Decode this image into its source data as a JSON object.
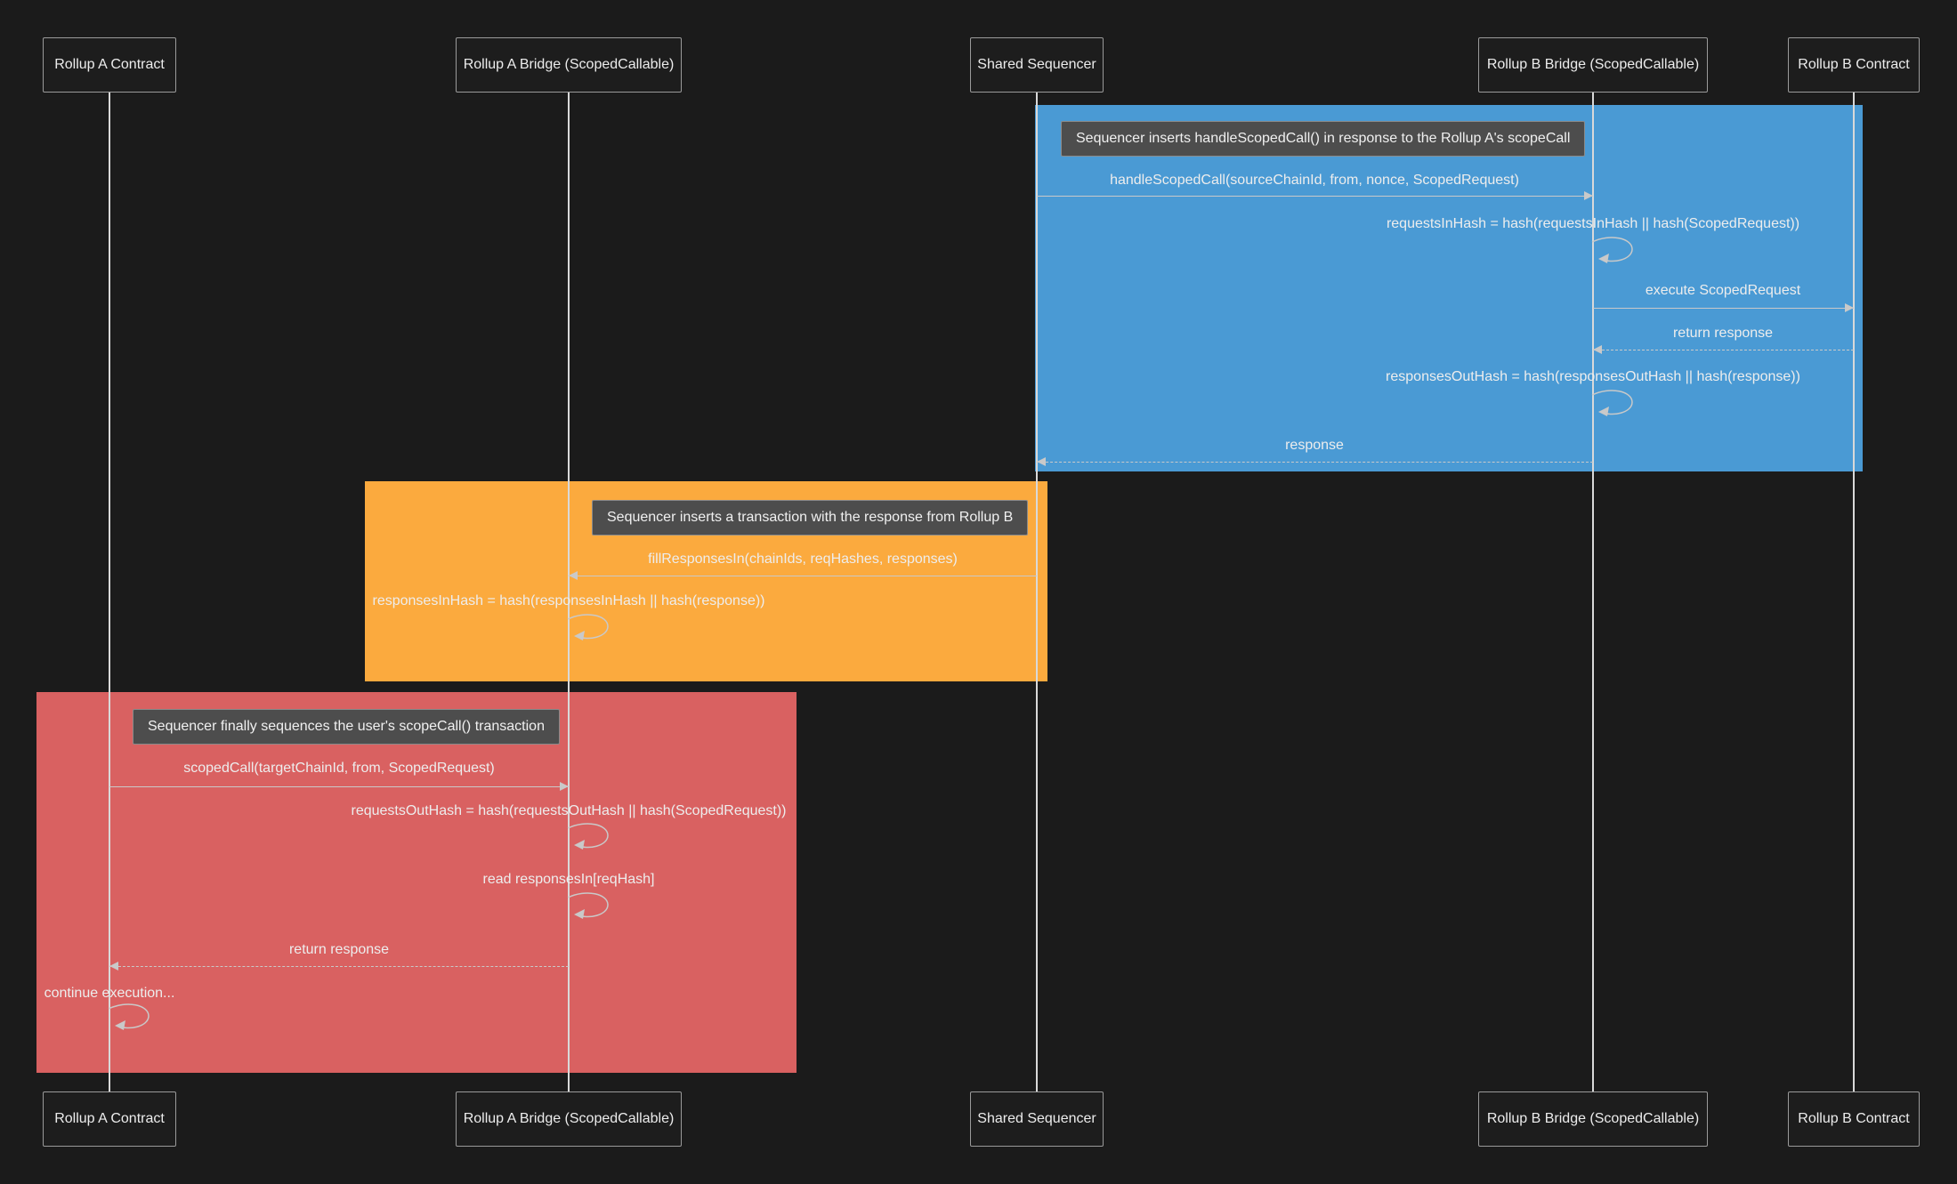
{
  "colors": {
    "background": "#1b1b1b",
    "blue_rect": "#4a9ad4",
    "orange_rect": "#fbaa3e",
    "red_rect": "#d96161",
    "note_bg": "#4d4d4d",
    "lifeline": "#d9d9d9",
    "arrow": "#c9c9c9"
  },
  "actors": [
    {
      "label": "Rollup A Contract"
    },
    {
      "label": "Rollup A Bridge (ScopedCallable)"
    },
    {
      "label": "Shared Sequencer"
    },
    {
      "label": "Rollup B Bridge (ScopedCallable)"
    },
    {
      "label": "Rollup B Contract"
    }
  ],
  "notes": [
    {
      "text": "Sequencer inserts handleScopedCall() in response to the Rollup A's scopeCall"
    },
    {
      "text": "Sequencer inserts a transaction with the response from Rollup B"
    },
    {
      "text": "Sequencer finally sequences the user's scopeCall() transaction"
    }
  ],
  "messages": [
    {
      "label": "handleScopedCall(sourceChainId, from, nonce, ScopedRequest)",
      "type": "solid",
      "from": "Shared Sequencer",
      "to": "Rollup B Bridge (ScopedCallable)"
    },
    {
      "label": "requestsInHash = hash(requestsInHash || hash(ScopedRequest))",
      "type": "self",
      "from": "Rollup B Bridge (ScopedCallable)",
      "to": "Rollup B Bridge (ScopedCallable)"
    },
    {
      "label": "execute ScopedRequest",
      "type": "solid",
      "from": "Rollup B Bridge (ScopedCallable)",
      "to": "Rollup B Contract"
    },
    {
      "label": "return response",
      "type": "dashed",
      "from": "Rollup B Contract",
      "to": "Rollup B Bridge (ScopedCallable)"
    },
    {
      "label": "responsesOutHash = hash(responsesOutHash || hash(response))",
      "type": "self",
      "from": "Rollup B Bridge (ScopedCallable)",
      "to": "Rollup B Bridge (ScopedCallable)"
    },
    {
      "label": "response",
      "type": "dashed",
      "from": "Rollup B Bridge (ScopedCallable)",
      "to": "Shared Sequencer"
    },
    {
      "label": "fillResponsesIn(chainIds, reqHashes, responses)",
      "type": "solid",
      "from": "Shared Sequencer",
      "to": "Rollup A Bridge (ScopedCallable)"
    },
    {
      "label": "responsesInHash = hash(responsesInHash || hash(response))",
      "type": "self",
      "from": "Rollup A Bridge (ScopedCallable)",
      "to": "Rollup A Bridge (ScopedCallable)"
    },
    {
      "label": "scopedCall(targetChainId, from, ScopedRequest)",
      "type": "solid",
      "from": "Rollup A Contract",
      "to": "Rollup A Bridge (ScopedCallable)"
    },
    {
      "label": "requestsOutHash = hash(requestsOutHash || hash(ScopedRequest))",
      "type": "self",
      "from": "Rollup A Bridge (ScopedCallable)",
      "to": "Rollup A Bridge (ScopedCallable)"
    },
    {
      "label": "read responsesIn[reqHash]",
      "type": "self",
      "from": "Rollup A Bridge (ScopedCallable)",
      "to": "Rollup A Bridge (ScopedCallable)"
    },
    {
      "label": "return response",
      "type": "dashed",
      "from": "Rollup A Bridge (ScopedCallable)",
      "to": "Rollup A Contract"
    },
    {
      "label": "continue execution...",
      "type": "self",
      "from": "Rollup A Contract",
      "to": "Rollup A Contract"
    }
  ]
}
